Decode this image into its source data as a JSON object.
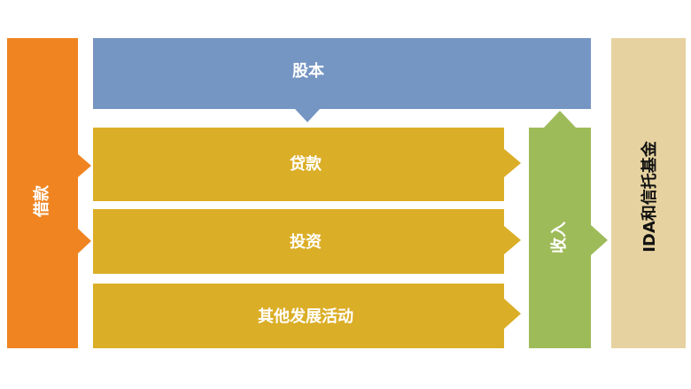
{
  "diagram": {
    "borrowing": {
      "label": "借款"
    },
    "equity": {
      "label": "股本"
    },
    "loans": {
      "label": "贷款"
    },
    "investment": {
      "label": "投资"
    },
    "other_development": {
      "label": "其他发展活动"
    },
    "income": {
      "label": "收入"
    },
    "trust_fund": {
      "label": "IDA和信托基金"
    }
  },
  "colors": {
    "borrowing": "#ef8421",
    "equity": "#7595c3",
    "activities": "#dbae27",
    "income": "#9ebb59",
    "trust_fund": "#e6d2a0",
    "text_light": "#ffffff",
    "text_dark": "#111111"
  }
}
